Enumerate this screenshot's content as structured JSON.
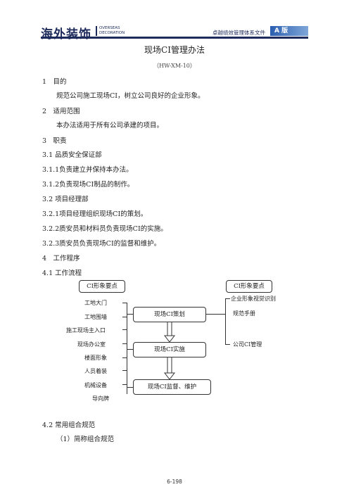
{
  "header": {
    "brand_cn": "海外装饰",
    "brand_en_1": "OVERSEAS",
    "brand_en_2": "DECORATION",
    "system_title": "卓越绩效管理体系文件",
    "edition": "A 版"
  },
  "document": {
    "title": "现场CI管理办法",
    "code": "（HW-XM-10）",
    "lines": [
      "1　目的",
      "规范公司施工现场CI，树立公司良好的企业形象。",
      "2　适用范围",
      "本办法适用于所有公司承建的项目。",
      "3　职责",
      "3.1 品质安全保证部",
      "3.1.1负责建立并保持本办法。",
      "3.1.2负责现场CI制品的制作。",
      "3.2 项目经理部",
      "3.2.1项目经理组织现场CI的策划。",
      "3.2.2质安员和材料员负责现场CI的实施。",
      "3.2.3质安员负责现场CI的监督和维护。",
      "4　工作程序",
      "4.1 工作流程"
    ],
    "bottom_lines": [
      "4.2 常用组合规范",
      "（1）简称组合规范"
    ]
  },
  "flowchart": {
    "left_header": "CI形象要点",
    "right_header": "CI形象要点",
    "left_items": [
      "工地大门",
      "工地围墙",
      "施工现场主入口",
      "现场办公室",
      "楼面形象",
      "人员着装",
      "机械设备",
      "导向牌"
    ],
    "right_items": [
      "企业形象视觉识别",
      "规范手册",
      "公司CI管理"
    ],
    "steps": [
      "现场CI策划",
      "现场CI实施",
      "现场CI监督、维护"
    ]
  },
  "footer": {
    "page_number": "6-198"
  }
}
